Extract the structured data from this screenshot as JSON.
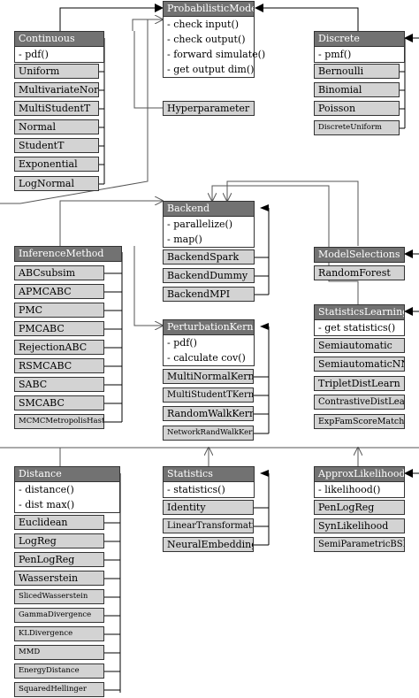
{
  "classes": {
    "probabilistic_model": {
      "name": "ProbabilisticModel",
      "methods": [
        "- check input()",
        "- check output()",
        "- forward simulate()",
        "- get output dim()"
      ]
    },
    "hyperparameter": {
      "name": "Hyperparameter"
    },
    "continuous": {
      "name": "Continuous",
      "methods": [
        "- pdf()"
      ],
      "children": [
        "Uniform",
        "MultivariateNormal",
        "MultiStudentT",
        "Normal",
        "StudentT",
        "Exponential",
        "LogNormal"
      ]
    },
    "discrete": {
      "name": "Discrete",
      "methods": [
        "- pmf()"
      ],
      "children": [
        "Bernoulli",
        "Binomial",
        "Poisson",
        "DiscreteUniform"
      ]
    },
    "backend": {
      "name": "Backend",
      "methods": [
        "- parallelize()",
        "- map()"
      ],
      "children": [
        "BackendSpark",
        "BackendDummy",
        "BackendMPI"
      ]
    },
    "model_selections": {
      "name": "ModelSelections",
      "children": [
        "RandomForest"
      ]
    },
    "inference_method": {
      "name": "InferenceMethod",
      "children": [
        "ABCsubsim",
        "APMCABC",
        "PMC",
        "PMCABC",
        "RejectionABC",
        "RSMCABC",
        "SABC",
        "SMCABC",
        "MCMCMetropolisHastings"
      ]
    },
    "perturbation_kernel": {
      "name": "PerturbationKernel",
      "methods": [
        "- pdf()",
        "- calculate cov()"
      ],
      "children": [
        "MultiNormalKernel",
        "MultiStudentTKernel",
        "RandomWalkKernel",
        "NetworkRandWalkKernel"
      ]
    },
    "statistics_learning": {
      "name": "StatisticsLearning",
      "methods": [
        "- get statistics()"
      ],
      "children": [
        "Semiautomatic",
        "SemiautomaticNN",
        "TripletDistLearn",
        "ContrastiveDistLearn",
        "ExpFamScoreMatching"
      ]
    },
    "distance": {
      "name": "Distance",
      "methods": [
        "- distance()",
        "- dist max()"
      ],
      "children": [
        "Euclidean",
        "LogReg",
        "PenLogReg",
        "Wasserstein",
        "SlicedWasserstein",
        "GammaDivergence",
        "KLDivergence",
        "MMD",
        "EnergyDistance",
        "SquaredHellinger"
      ]
    },
    "statistics": {
      "name": "Statistics",
      "methods": [
        "- statistics()"
      ],
      "children": [
        "Identity",
        "LinearTransformation",
        "NeuralEmbedding"
      ]
    },
    "approx_likelihood": {
      "name": "ApproxLikelihood",
      "methods": [
        "- likelihood()"
      ],
      "children": [
        "PenLogReg",
        "SynLikelihood",
        "SemiParametricBSL"
      ]
    }
  }
}
